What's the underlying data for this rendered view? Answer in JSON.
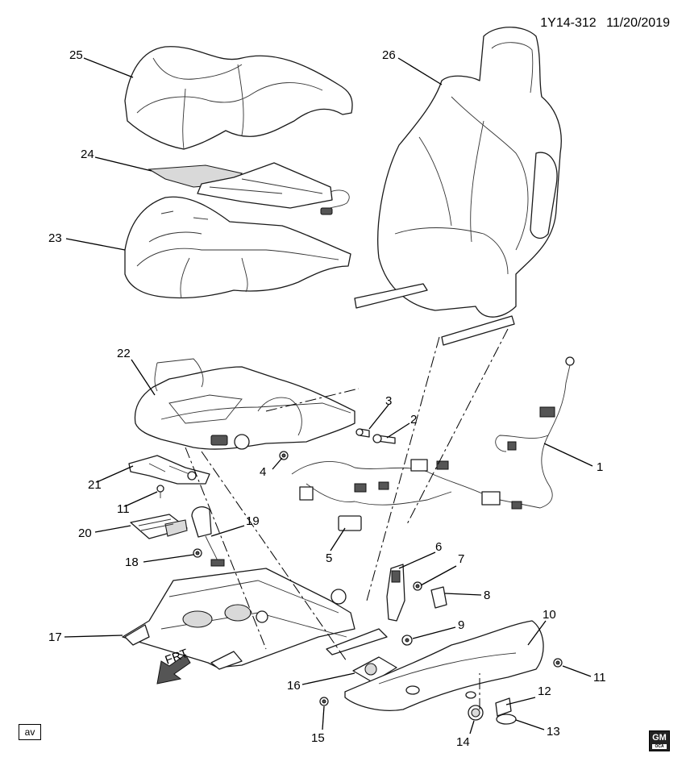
{
  "header": {
    "code": "1Y14-312",
    "date": "11/20/2019"
  },
  "footer": {
    "view_code": "av",
    "logo_text": "GM",
    "logo_sub": "OCA"
  },
  "direction_arrow": {
    "label": "FRT"
  },
  "callouts": [
    {
      "id": "c1",
      "label": "1"
    },
    {
      "id": "c2",
      "label": "2"
    },
    {
      "id": "c3",
      "label": "3"
    },
    {
      "id": "c4",
      "label": "4"
    },
    {
      "id": "c5",
      "label": "5"
    },
    {
      "id": "c6",
      "label": "6"
    },
    {
      "id": "c7",
      "label": "7"
    },
    {
      "id": "c8",
      "label": "8"
    },
    {
      "id": "c9",
      "label": "9"
    },
    {
      "id": "c10",
      "label": "10"
    },
    {
      "id": "c11a",
      "label": "11"
    },
    {
      "id": "c11b",
      "label": "11"
    },
    {
      "id": "c12",
      "label": "12"
    },
    {
      "id": "c13",
      "label": "13"
    },
    {
      "id": "c14",
      "label": "14"
    },
    {
      "id": "c15",
      "label": "15"
    },
    {
      "id": "c16",
      "label": "16"
    },
    {
      "id": "c17",
      "label": "17"
    },
    {
      "id": "c18",
      "label": "18"
    },
    {
      "id": "c19",
      "label": "19"
    },
    {
      "id": "c20",
      "label": "20"
    },
    {
      "id": "c21",
      "label": "21"
    },
    {
      "id": "c22",
      "label": "22"
    },
    {
      "id": "c23",
      "label": "23"
    },
    {
      "id": "c24",
      "label": "24"
    },
    {
      "id": "c25",
      "label": "25"
    },
    {
      "id": "c26",
      "label": "26"
    }
  ]
}
